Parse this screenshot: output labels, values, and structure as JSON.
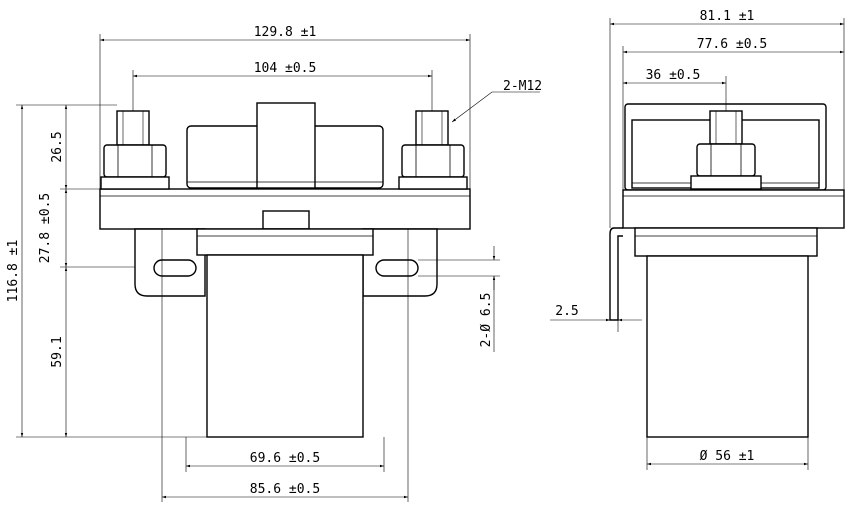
{
  "front_view": {
    "dim_overall_width": "129.8 ±1",
    "dim_terminal_spacing": "104 ±0.5",
    "dim_terminal_height": "26.5",
    "dim_bracket_height": "27.8 ±0.5",
    "dim_total_height": "116.8 ±1",
    "dim_body_height": "59.1",
    "dim_body_width": "69.6 ±0.5",
    "dim_mount_spacing": "85.6 ±0.5",
    "note_thread": "2-M12",
    "note_holes": "2-Ø 6.5"
  },
  "side_view": {
    "dim_overall_depth": "81.1 ±1",
    "dim_flange_depth": "77.6 ±0.5",
    "dim_terminal_offset": "36 ±0.5",
    "dim_bracket_thickness": "2.5",
    "dim_body_diameter": "Ø 56 ±1"
  }
}
